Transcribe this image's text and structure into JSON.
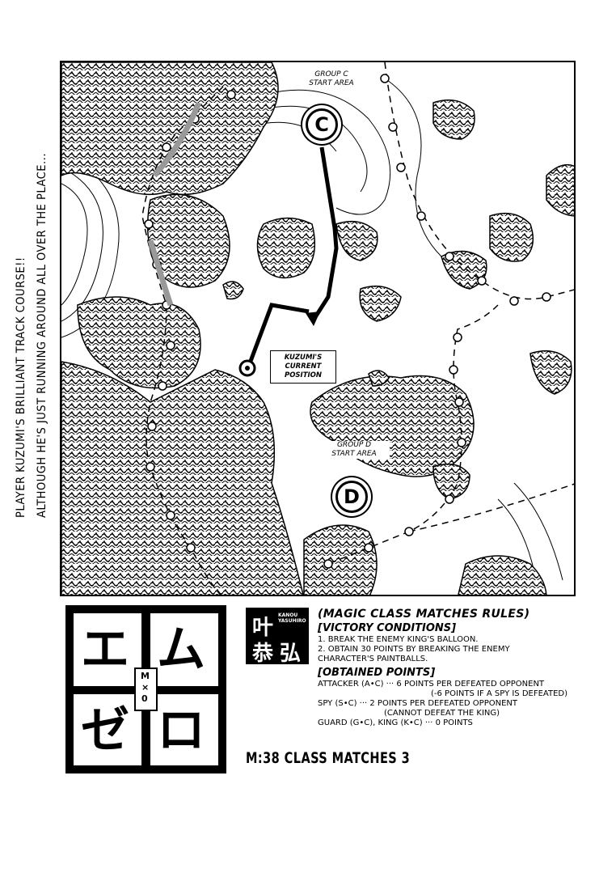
{
  "side_caption": {
    "line1": "PLAYER KUZUMI'S BRILLIANT TRACK COURSE!!",
    "line2": "ALTHOUGH HE'S JUST RUNNING AROUND ALL OVER THE PLACE..."
  },
  "map": {
    "group_c_label": "GROUP C\nSTART AREA",
    "group_c_marker": "C",
    "group_d_label": "GROUP D\nSTART AREA",
    "group_d_marker": "D",
    "position_label": "KUZUMI'S\nCURRENT\nPOSITION"
  },
  "logo": {
    "title_glyphs": [
      "エ",
      "ム",
      "ゼ",
      "ロ"
    ],
    "cross_glyphs": [
      "M",
      "×",
      "0"
    ]
  },
  "credit": {
    "name_glyphs": [
      "叶",
      "恭",
      "弘"
    ],
    "reading": "KANOU YASUHIRO"
  },
  "rules": {
    "title": "(MAGIC CLASS MATCHES RULES)",
    "victory_heading": "[VICTORY CONDITIONS]",
    "victory_1": "1.  BREAK THE ENEMY KING'S BALLOON.",
    "victory_2a": "2. OBTAIN 30 POINTS BY BREAKING THE ENEMY",
    "victory_2b": "CHARACTER'S PAINTBALLS.",
    "points_heading": "[OBTAINED POINTS]",
    "attacker": "ATTACKER (A•C) ··· 6 POINTS PER DEFEATED OPPONENT",
    "attacker_note": "(-6 POINTS IF A SPY IS DEFEATED)",
    "spy": "SPY (S•C) ··· 2 POINTS PER DEFEATED OPPONENT",
    "spy_note": "(CANNOT DEFEAT THE KING)",
    "guard_king": "GUARD (G•C), KING  (K•C) ··· 0 POINTS"
  },
  "chapter_title": "M:38 CLASS MATCHES 3"
}
